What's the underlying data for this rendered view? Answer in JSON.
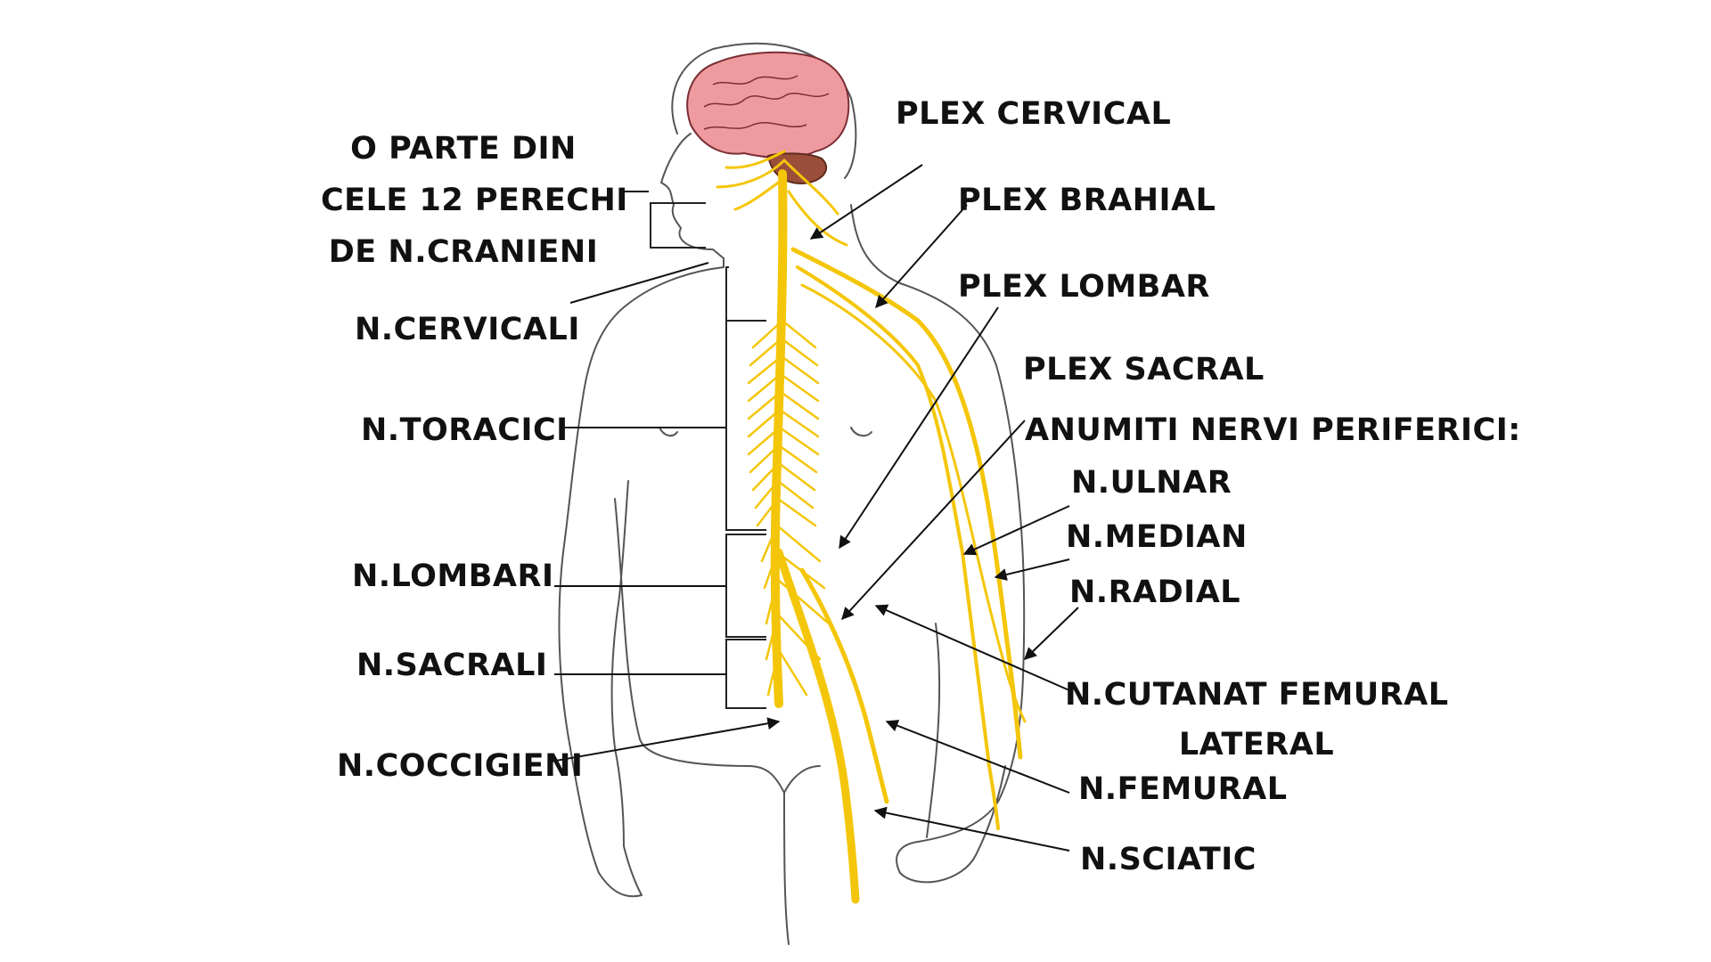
{
  "colors": {
    "brain": "#ef9a9e",
    "brain_outline": "#7a2e35",
    "cerebellum": "#9b4f3a",
    "nerve": "#f4c60a",
    "nerve_outline": "#b08a00",
    "body_outline": "#555555",
    "arrow": "#111111",
    "text": "#111111"
  },
  "labels": {
    "cranial_line1": "O PARTE DIN",
    "cranial_line2": "CELE 12 PERECHI",
    "cranial_line3": "DE N.CRANIENI",
    "cervical_nerves": "N.CERVICALI",
    "thoracic_nerves": "N.TORACICI",
    "lumbar_nerves": "N.LOMBARI",
    "sacral_nerves": "N.SACRALI",
    "coccygeal_nerves": "N.COCCIGIENI",
    "cervical_plexus": "PLEX CERVICAL",
    "brachial_plexus": "PLEX BRAHIAL",
    "lumbar_plexus": "PLEX LOMBAR",
    "sacral_plexus": "PLEX SACRAL",
    "peripheral_heading": "ANUMITI NERVI  PERIFERICI:",
    "ulnar": "N.ULNAR",
    "median": "N.MEDIAN",
    "radial": "N.RADIAL",
    "lateral_femoral_line1": "N.CUTANAT FEMURAL",
    "lateral_femoral_line2": "LATERAL",
    "femoral": "N.FEMURAL",
    "sciatic": "N.SCIATIC"
  }
}
